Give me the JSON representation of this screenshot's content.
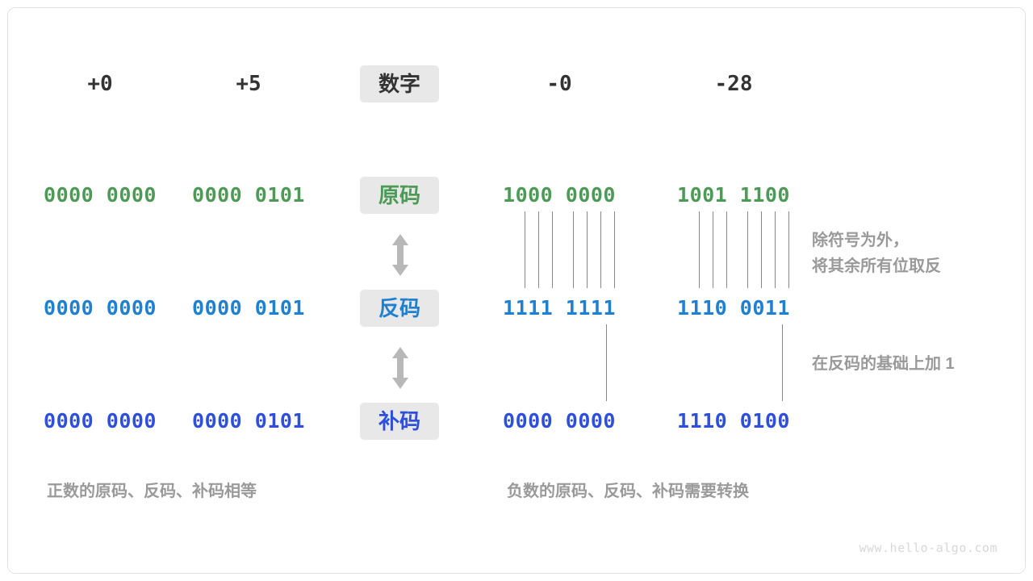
{
  "diagram": {
    "title_row": {
      "label_chip": "数字",
      "columns": [
        "+0",
        "+5",
        "-0",
        "-28"
      ]
    },
    "rows": [
      {
        "label": "原码",
        "color": "#4c9a55",
        "values": [
          "0000 0000",
          "0000 0101",
          "1000 0000",
          "1001 1100"
        ]
      },
      {
        "label": "反码",
        "color": "#1f7fd0",
        "values": [
          "0000 0000",
          "0000 0101",
          "1111 1111",
          "1110 0011"
        ]
      },
      {
        "label": "补码",
        "color": "#2d4fdb",
        "values": [
          "0000 0000",
          "0000 0101",
          "0000 0000",
          "1110 0100"
        ]
      }
    ],
    "annotations": {
      "note_1": "除符号为外，\n将其余所有位取反",
      "note_2": "在反码的基础上加  1"
    },
    "captions": {
      "left": "正数的原码、反码、补码相等",
      "right": "负数的原码、反码、补码需要转换"
    },
    "watermark": "www.hello-algo.com",
    "colors": {
      "chip_background": "#e8e8e8",
      "header_text": "#333333",
      "annotation_gray": "#9a9a9a",
      "connector_line": "#888888",
      "arrow_gray": "#b8b8b8",
      "frame_border": "#e3e3e3",
      "watermark": "#d8d8d8"
    }
  }
}
